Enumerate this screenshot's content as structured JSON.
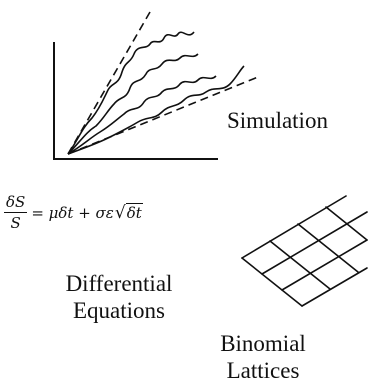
{
  "simulation": {
    "label": "Simulation"
  },
  "equation": {
    "numerator": "δS",
    "denominator": "S",
    "rhs": "= μδt + σε",
    "radical": "√",
    "radicand": "δt"
  },
  "differential": {
    "line1": "Differential",
    "line2": "Equations"
  },
  "binomial": {
    "line1": "Binomial",
    "line2": "Lattices"
  },
  "colors": {
    "ink": "#111111",
    "background": "#ffffff"
  }
}
